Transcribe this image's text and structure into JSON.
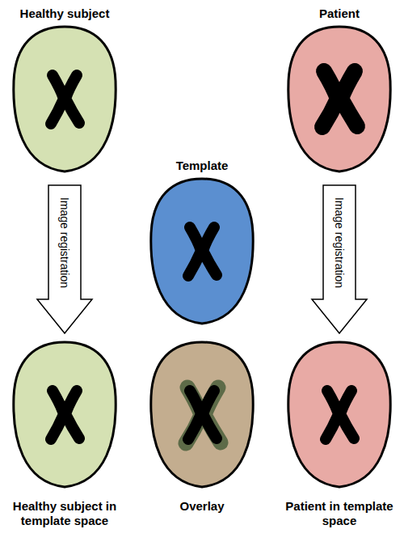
{
  "diagram": {
    "nodes": [
      {
        "text": [
          "Healthy subject"
        ]
      },
      {
        "text": [
          "Patient"
        ]
      },
      {
        "text": [
          "Template"
        ]
      },
      {
        "text": [
          "Healthy subject in template space"
        ]
      },
      {
        "text": [
          "Overlay"
        ]
      },
      {
        "text": [
          "Patient in template space"
        ]
      }
    ],
    "edges": [
      {
        "from": 0,
        "to": 3,
        "arrow": "to",
        "label": "Image registration"
      },
      {
        "from": 1,
        "to": 5,
        "arrow": "to",
        "label": "Image registration"
      }
    ]
  }
}
